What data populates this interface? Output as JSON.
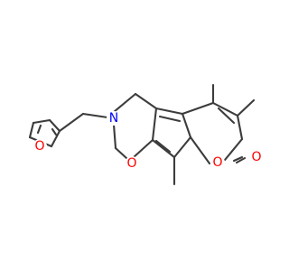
{
  "molecule": {
    "atoms": [
      {
        "id": "O_furan",
        "element": "O",
        "color": "#ff0000"
      },
      {
        "id": "N_ring",
        "element": "N",
        "color": "#0000ff"
      },
      {
        "id": "O_oxazine",
        "element": "O",
        "color": "#ff0000"
      },
      {
        "id": "O_pyranone",
        "element": "O",
        "color": "#ff0000"
      },
      {
        "id": "O_carbonyl",
        "element": "O",
        "color": "#ff0000"
      }
    ],
    "bond_color": "#3c3c3c",
    "background": "#ffffff"
  }
}
